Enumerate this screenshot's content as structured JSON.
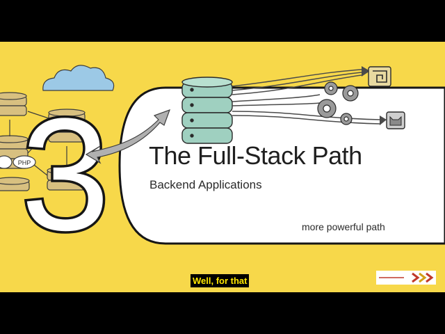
{
  "video": {
    "slide": {
      "section_number": "3",
      "title": "The Full-Stack Path",
      "subtitle": "Backend Applications",
      "tagline": "more powerful path",
      "badge_text": "PHP",
      "background_color": "#f7d84a",
      "card_color": "#ffffff"
    },
    "caption": {
      "text": "Well, for that",
      "text_color": "#ffe600",
      "background_color": "#000000"
    },
    "brand_logo": {
      "icon": "chevron-arrows-logo",
      "accent_color": "#c0392b"
    }
  }
}
